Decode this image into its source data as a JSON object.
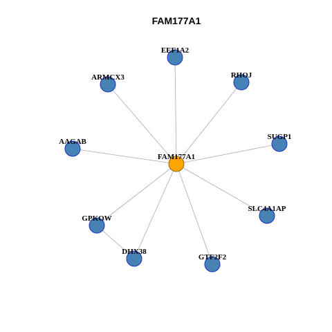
{
  "title": "FAM177A1",
  "colors": {
    "center_fill": "#FFA500",
    "center_stroke": "#8B6914",
    "node_fill": "#4682B4",
    "node_stroke": "#1C2FC8",
    "edge": "#AAAAAA"
  },
  "nodes": [
    {
      "id": "FAM177A1",
      "label": "FAM177A1",
      "role": "center"
    },
    {
      "id": "EEF1A2",
      "label": "EEF1A2",
      "role": "neighbor"
    },
    {
      "id": "ARMCX3",
      "label": "ARMCX3",
      "role": "neighbor"
    },
    {
      "id": "RHOJ",
      "label": "RHOJ",
      "role": "neighbor"
    },
    {
      "id": "SUGP1",
      "label": "SUGP1",
      "role": "neighbor"
    },
    {
      "id": "AAGAB",
      "label": "AAGAB",
      "role": "neighbor"
    },
    {
      "id": "SLC4A1AP",
      "label": "SLC4A1AP",
      "role": "neighbor"
    },
    {
      "id": "GPKOW",
      "label": "GPKOW",
      "role": "neighbor"
    },
    {
      "id": "DHX38",
      "label": "DHX38",
      "role": "neighbor"
    },
    {
      "id": "GTF2F2",
      "label": "GTF2F2",
      "role": "neighbor"
    }
  ],
  "edges": [
    [
      "FAM177A1",
      "EEF1A2"
    ],
    [
      "FAM177A1",
      "ARMCX3"
    ],
    [
      "FAM177A1",
      "RHOJ"
    ],
    [
      "FAM177A1",
      "SUGP1"
    ],
    [
      "FAM177A1",
      "AAGAB"
    ],
    [
      "FAM177A1",
      "SLC4A1AP"
    ],
    [
      "FAM177A1",
      "GPKOW"
    ],
    [
      "FAM177A1",
      "DHX38"
    ],
    [
      "FAM177A1",
      "GTF2F2"
    ],
    [
      "GPKOW",
      "DHX38"
    ]
  ]
}
